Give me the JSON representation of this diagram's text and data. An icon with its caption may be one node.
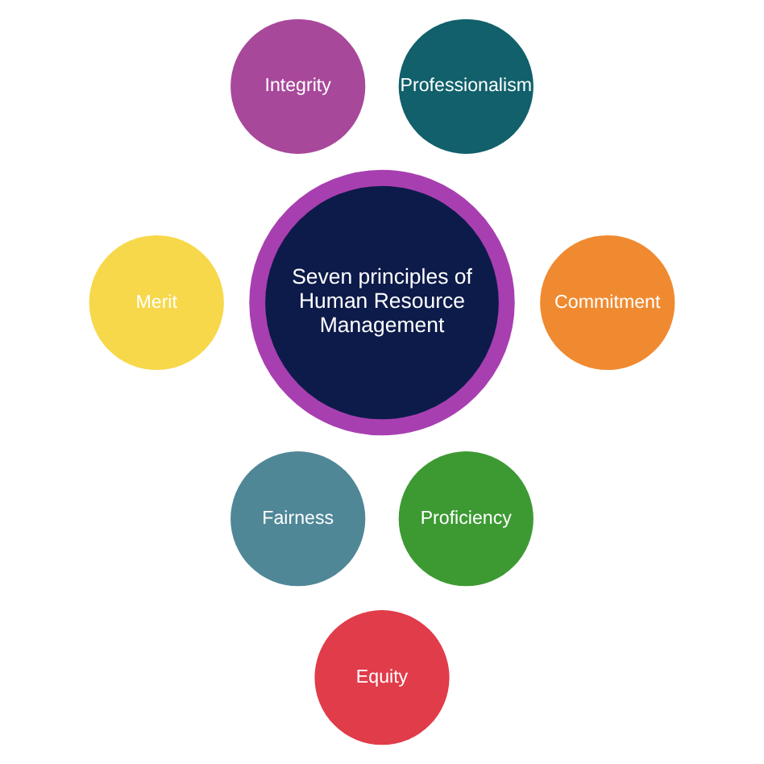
{
  "diagram": {
    "nodes": [
      {
        "text": [
          "Seven principles of Human Resource Management"
        ]
      },
      {
        "text": [
          "Integrity"
        ]
      },
      {
        "text": [
          "Professionalism"
        ]
      },
      {
        "text": [
          "Merit"
        ]
      },
      {
        "text": [
          "Commitment"
        ]
      },
      {
        "text": [
          "Fairness"
        ]
      },
      {
        "text": [
          "Proficiency"
        ]
      },
      {
        "text": [
          "Equity"
        ]
      }
    ]
  }
}
